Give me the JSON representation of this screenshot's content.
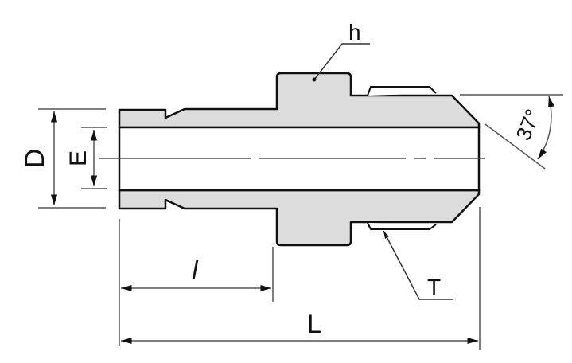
{
  "diagram": {
    "labels": {
      "D": "D",
      "E": "E",
      "h": "h",
      "T": "T",
      "l": "l",
      "L": "L",
      "angle": "37°"
    },
    "colors": {
      "body_fill": "#dcdcdc",
      "outline": "#111111",
      "dimension_line": "#555555",
      "background": "#ffffff"
    }
  }
}
